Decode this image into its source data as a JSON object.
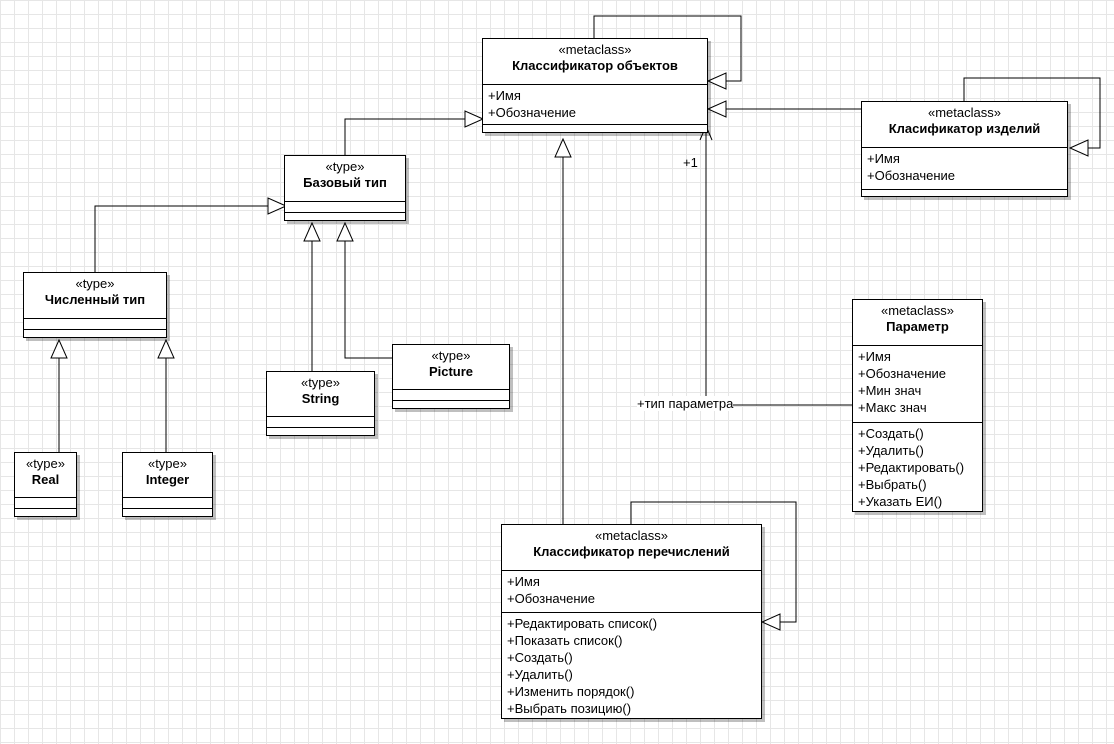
{
  "classes": {
    "object_classifier": {
      "stereotype": "«metaclass»",
      "name": "Классификатор объектов",
      "attributes": [
        "+Имя",
        "+Обозначение"
      ]
    },
    "product_classifier": {
      "stereotype": "«metaclass»",
      "name": "Класификатор изделий",
      "attributes": [
        "+Имя",
        "+Обозначение"
      ]
    },
    "base_type": {
      "stereotype": "«type»",
      "name": "Базовый тип"
    },
    "numeric_type": {
      "stereotype": "«type»",
      "name": "Численный тип"
    },
    "real": {
      "stereotype": "«type»",
      "name": "Real"
    },
    "integer": {
      "stereotype": "«type»",
      "name": "Integer"
    },
    "string": {
      "stereotype": "«type»",
      "name": "String"
    },
    "picture": {
      "stereotype": "«type»",
      "name": "Picture"
    },
    "parameter": {
      "stereotype": "«metaclass»",
      "name": "Параметр",
      "attributes": [
        "+Имя",
        "+Обозначение",
        "+Мин знач",
        "+Макс знач"
      ],
      "operations": [
        "+Создать()",
        "+Удалить()",
        "+Редактировать()",
        "+Выбрать()",
        "+Указать ЕИ()"
      ]
    },
    "enum_classifier": {
      "stereotype": "«metaclass»",
      "name": "Классификатор перечислений",
      "attributes": [
        "+Имя",
        "+Обозначение"
      ],
      "operations": [
        "+Редактировать список()",
        "+Показать список()",
        "+Создать()",
        "+Удалить()",
        "+Изменить порядок()",
        "+Выбрать позицию()"
      ]
    }
  },
  "association": {
    "multiplicity": "+1",
    "role": "+тип параметра"
  }
}
